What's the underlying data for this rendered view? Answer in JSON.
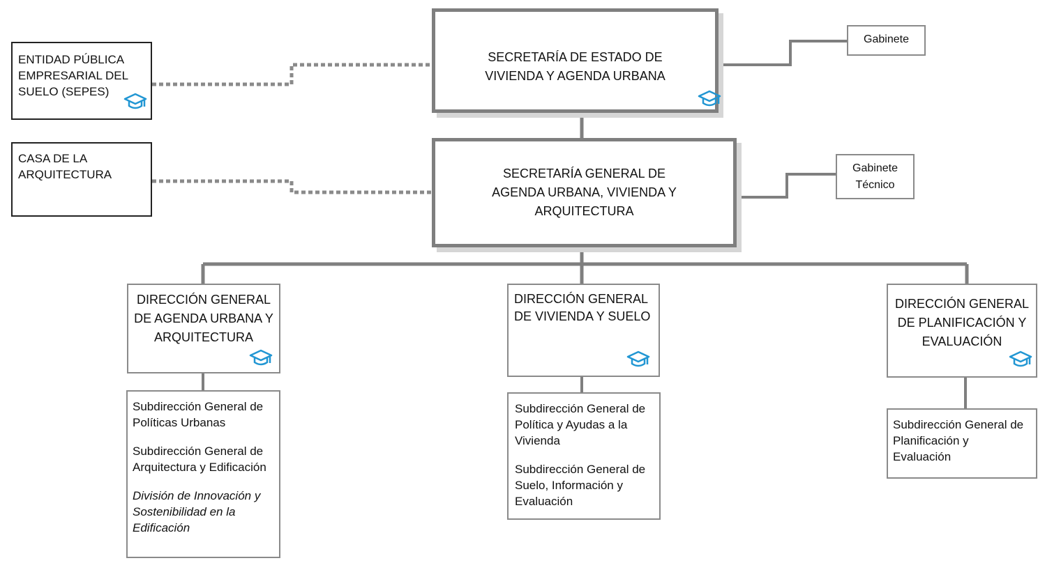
{
  "top": {
    "secretaria_estado": "SECRETARÍA DE ESTADO DE\nVIVIENDA Y AGENDA URBANA",
    "secretaria_general": "SECRETARÍA GENERAL DE\nAGENDA URBANA, VIVIENDA Y\nARQUITECTURA",
    "gabinete": "Gabinete",
    "gabinete_tecnico": "Gabinete\nTécnico"
  },
  "entities": {
    "sepes": "ENTIDAD PÚBLICA\nEMPRESARIAL DEL\nSUELO (SEPES)",
    "casa": "CASA DE LA\nARQUITECTURA"
  },
  "directions": [
    {
      "title": "DIRECCIÓN GENERAL\nDE AGENDA URBANA Y\nARQUITECTURA",
      "subs": [
        "Subdirección General de\nPolíticas Urbanas",
        "Subdirección General de\nArquitectura y Edificación"
      ],
      "note": "División de Innovación y\nSostenibilidad en la\nEdificación"
    },
    {
      "title": "DIRECCIÓN GENERAL\nDE VIVIENDA Y SUELO",
      "subs": [
        "Subdirección General de\nPolítica y Ayudas a la\nVivienda",
        "Subdirección General de\nSuelo, Información y\nEvaluación"
      ]
    },
    {
      "title": "DIRECCIÓN GENERAL\nDE PLANIFICACIÓN Y\nEVALUACIÓN",
      "subs": [
        "Subdirección General de\nPlanificación y\nEvaluación"
      ]
    }
  ],
  "icons": {
    "education": "graduation-cap-icon",
    "color": "#2196d3"
  },
  "colors": {
    "heavy_border": "#7f7f7f",
    "shadow": "#d6d6d6",
    "connector": "#7f7f7f",
    "dotted": "#8a8a8a"
  }
}
